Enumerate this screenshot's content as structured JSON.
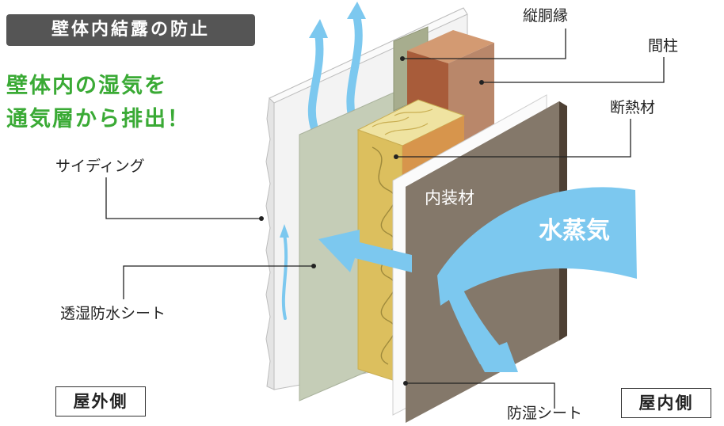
{
  "title": "壁体内結露の防止",
  "headline": {
    "line1": "壁体内の湿気を",
    "line2": "通気層から排出！"
  },
  "labels": {
    "furring_strip": "縦胴縁",
    "stud": "間柱",
    "insulation": "断熱材",
    "siding": "サイディング",
    "interior_finish": "内装材",
    "water_vapor": "水蒸気",
    "breathable_membrane": "透湿防水シート",
    "vapor_barrier": "防湿シート"
  },
  "sides": {
    "exterior": "屋外側",
    "interior": "屋内側"
  },
  "colors": {
    "title_bg": "#555555",
    "headline": "#3aaa35",
    "airflow": "#7cc8ef",
    "interior_finish": "#84786a",
    "insulation": "#dcbf5e",
    "stud": "#b9876a",
    "membrane": "#c5cdb7"
  }
}
